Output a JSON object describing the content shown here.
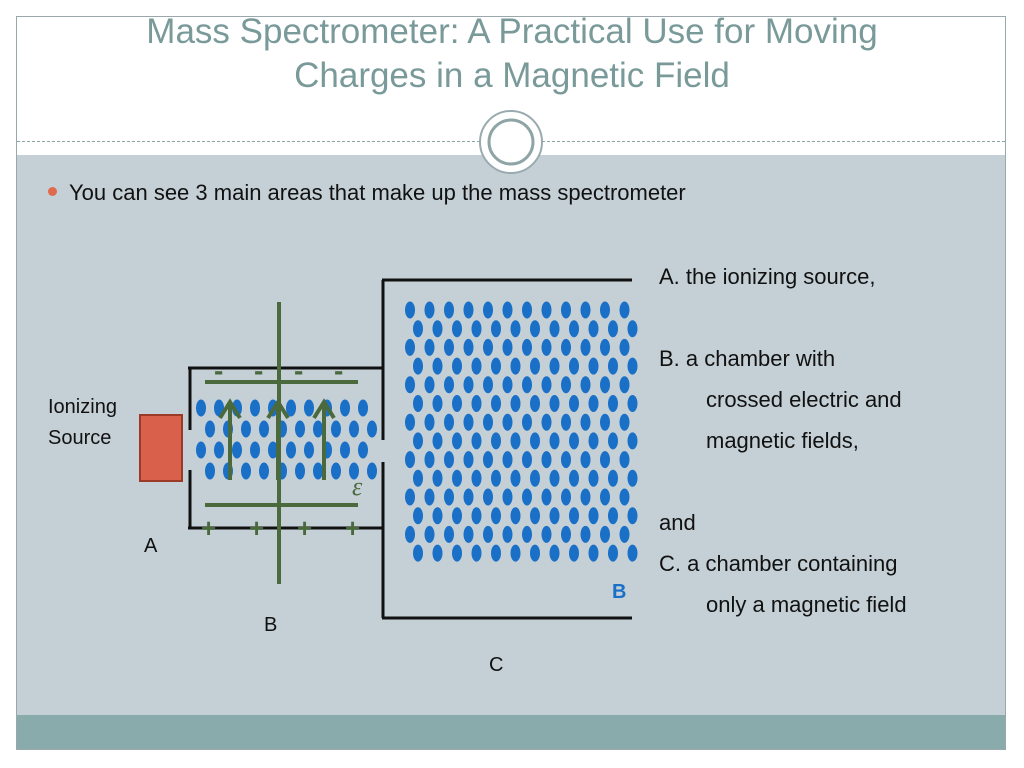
{
  "title": {
    "line1": "Mass Spectrometer: A Practical Use for Moving",
    "line2": "Charges in a Magnetic Field"
  },
  "bullet": "You can see 3 main areas that make up the mass spectrometer",
  "description": {
    "a": "A.  the ionizing source,",
    "b1": "B.  a chamber with",
    "b2": "crossed electric and",
    "b3": "magnetic fields,",
    "and": "and",
    "c1": "C.  a chamber containing",
    "c2": "only a magnetic field"
  },
  "diagram": {
    "source_label_1": "Ionizing",
    "source_label_2": "Source",
    "label_a": "A",
    "label_b": "B",
    "label_c": "C",
    "field_symbol": "ε",
    "magnetic_label": "B",
    "minus_sign": "-",
    "plus_sign": "+",
    "colors": {
      "dots": "#1a6fc7",
      "plates": "#4a6a3e",
      "source": "#d9604a",
      "magnetic_label": "#1a6fc7"
    }
  }
}
